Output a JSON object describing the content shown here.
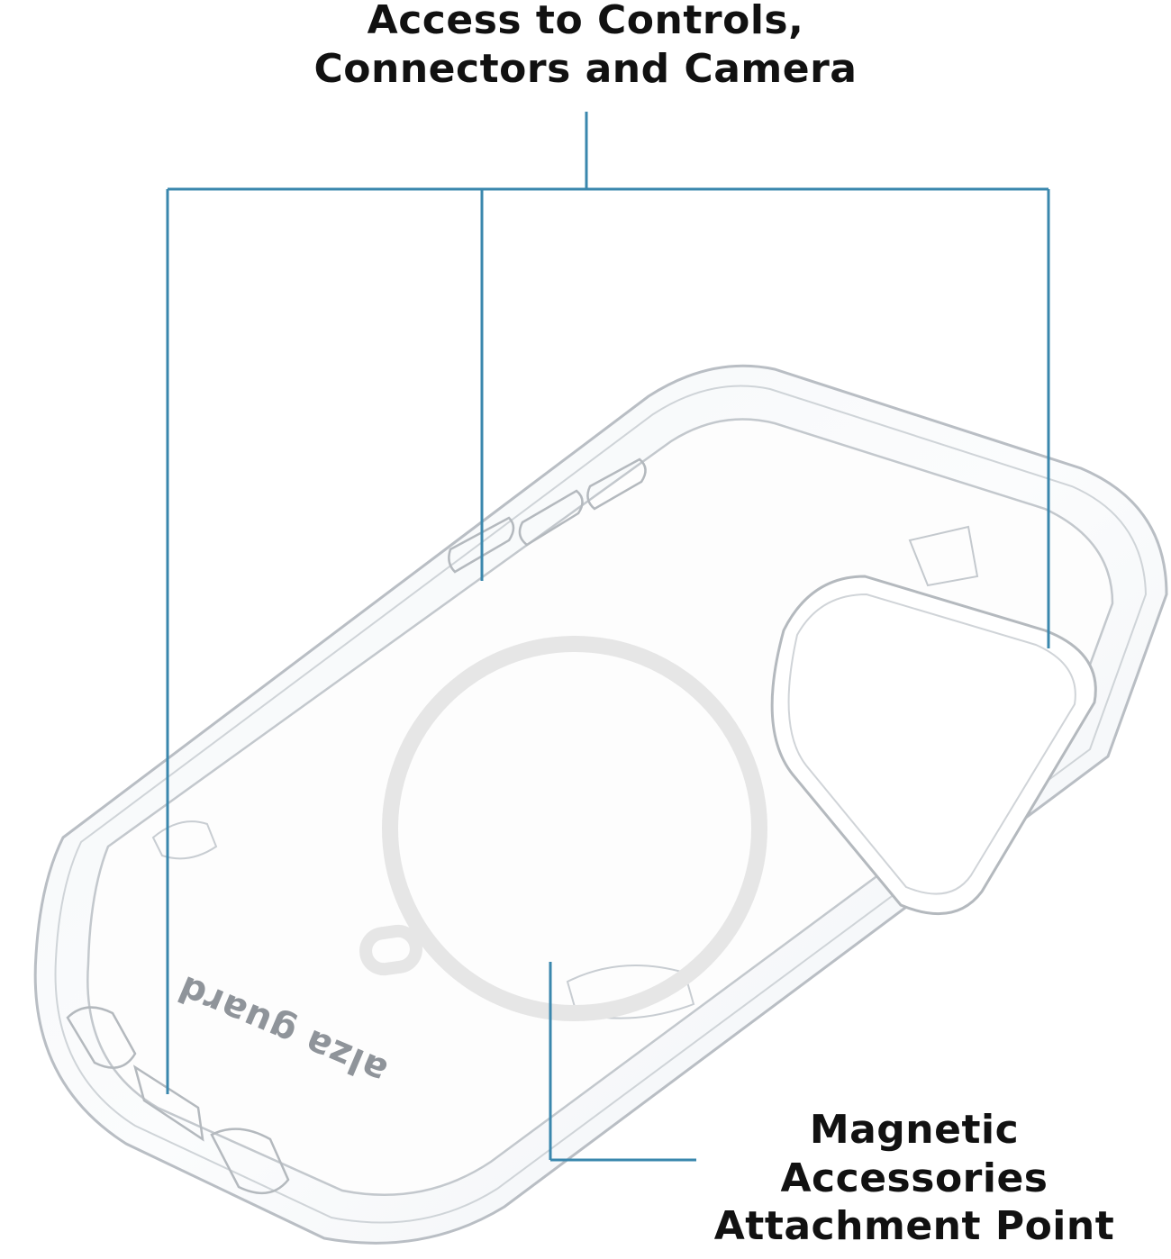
{
  "callouts": {
    "top": {
      "lines": [
        "Access to Controls,",
        "Connectors and Camera"
      ]
    },
    "bottom": {
      "lines": [
        "Magnetic",
        "Accessories",
        "Attachment Point"
      ]
    }
  },
  "logo": {
    "text": "alza guard"
  },
  "colors": {
    "leader_line": "#3a87ad",
    "text": "#111111",
    "case_edge": "#b9bec4",
    "magsafe_ring": "#e6e6e6"
  }
}
